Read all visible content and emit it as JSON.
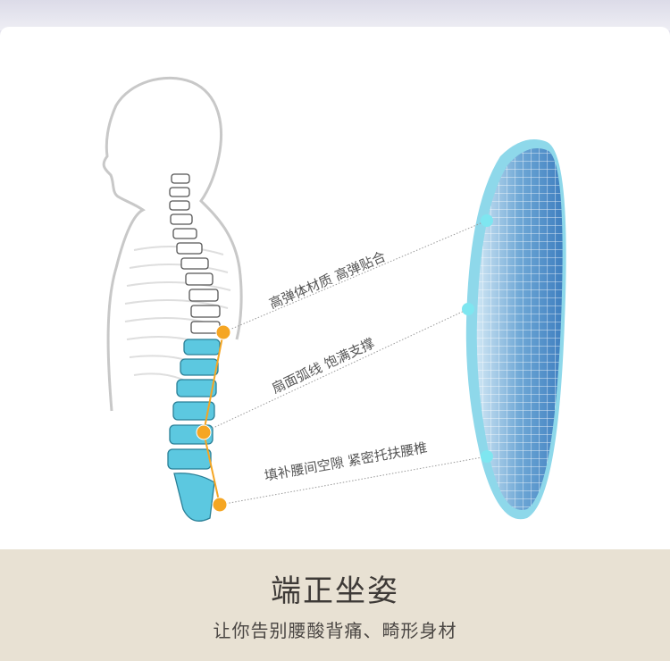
{
  "labels": [
    {
      "text": "高弹体材质 高弹贴合"
    },
    {
      "text": "扇面弧线 饱满支撑"
    },
    {
      "text": "填补腰间空隙  紧密托扶腰椎"
    }
  ],
  "footer": {
    "title": "端正坐姿",
    "subtitle": "让你告别腰酸背痛、畸形身材"
  },
  "colors": {
    "spine_highlight": "#5cc8e0",
    "marker_orange": "#f5a623",
    "marker_cyan": "#7ee6f0",
    "footer_bg": "#e8e1d3"
  }
}
